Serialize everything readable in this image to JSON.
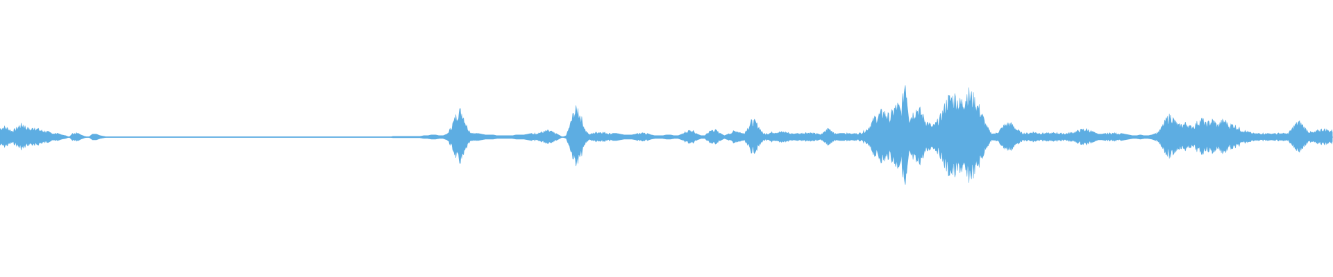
{
  "waveform": {
    "color": "#5dade2",
    "background": "#ffffff",
    "peaks": [
      0.14,
      0.16,
      0.14,
      0.1,
      0.12,
      0.18,
      0.2,
      0.14,
      0.12,
      0.16,
      0.12,
      0.1,
      0.09,
      0.07,
      0.06,
      0.05,
      0.03,
      0.02,
      0.0,
      0.06,
      0.06,
      0.03,
      0.01,
      0.0,
      0.04,
      0.04,
      0.02,
      0.01,
      0.0,
      0.0,
      0.0,
      0.0,
      0.0,
      0.0,
      0.0,
      0.0,
      0.0,
      0.0,
      0.0,
      0.0,
      0.0,
      0.0,
      0.0,
      0.0,
      0.0,
      0.0,
      0.0,
      0.0,
      0.0,
      0.0,
      0.0,
      0.0,
      0.0,
      0.0,
      0.0,
      0.0,
      0.0,
      0.0,
      0.0,
      0.0,
      0.0,
      0.0,
      0.0,
      0.0,
      0.0,
      0.0,
      0.0,
      0.0,
      0.0,
      0.0,
      0.0,
      0.0,
      0.0,
      0.0,
      0.0,
      0.0,
      0.0,
      0.0,
      0.0,
      0.0,
      0.0,
      0.0,
      0.0,
      0.0,
      0.0,
      0.0,
      0.0,
      0.0,
      0.0,
      0.0,
      0.0,
      0.0,
      0.0,
      0.0,
      0.0,
      0.0,
      0.0,
      0.0,
      0.0,
      0.0,
      0.0,
      0.0,
      0.01,
      0.01,
      0.01,
      0.01,
      0.01,
      0.01,
      0.01,
      0.01,
      0.02,
      0.02,
      0.03,
      0.03,
      0.02,
      0.02,
      0.04,
      0.14,
      0.28,
      0.42,
      0.4,
      0.2,
      0.08,
      0.06,
      0.05,
      0.04,
      0.03,
      0.03,
      0.03,
      0.02,
      0.02,
      0.02,
      0.02,
      0.02,
      0.03,
      0.03,
      0.03,
      0.04,
      0.05,
      0.06,
      0.07,
      0.08,
      0.1,
      0.09,
      0.06,
      0.03,
      0.0,
      0.02,
      0.2,
      0.4,
      0.45,
      0.28,
      0.1,
      0.03,
      0.06,
      0.08,
      0.08,
      0.07,
      0.06,
      0.05,
      0.05,
      0.04,
      0.03,
      0.03,
      0.03,
      0.04,
      0.06,
      0.06,
      0.05,
      0.03,
      0.02,
      0.02,
      0.02,
      0.03,
      0.03,
      0.02,
      0.02,
      0.04,
      0.08,
      0.1,
      0.09,
      0.04,
      0.02,
      0.02,
      0.08,
      0.12,
      0.1,
      0.05,
      0.02,
      0.04,
      0.08,
      0.1,
      0.08,
      0.05,
      0.14,
      0.24,
      0.24,
      0.16,
      0.06,
      0.05,
      0.07,
      0.08,
      0.08,
      0.08,
      0.08,
      0.06,
      0.04,
      0.05,
      0.06,
      0.07,
      0.07,
      0.06,
      0.05,
      0.03,
      0.08,
      0.14,
      0.1,
      0.04,
      0.05,
      0.05,
      0.06,
      0.04,
      0.05,
      0.06,
      0.08,
      0.12,
      0.2,
      0.3,
      0.34,
      0.4,
      0.38,
      0.3,
      0.44,
      0.5,
      0.4,
      0.96,
      0.3,
      0.38,
      0.46,
      0.4,
      0.28,
      0.22,
      0.16,
      0.22,
      0.3,
      0.44,
      0.6,
      0.62,
      0.64,
      0.54,
      0.58,
      0.7,
      0.66,
      0.58,
      0.48,
      0.34,
      0.18,
      0.08,
      0.04,
      0.08,
      0.14,
      0.2,
      0.22,
      0.18,
      0.12,
      0.07,
      0.06,
      0.06,
      0.08,
      0.07,
      0.06,
      0.06,
      0.06,
      0.06,
      0.07,
      0.06,
      0.05,
      0.06,
      0.07,
      0.08,
      0.1,
      0.12,
      0.12,
      0.1,
      0.07,
      0.04,
      0.04,
      0.05,
      0.06,
      0.06,
      0.06,
      0.05,
      0.04,
      0.03,
      0.02,
      0.02,
      0.03,
      0.02,
      0.02,
      0.03,
      0.05,
      0.1,
      0.2,
      0.3,
      0.34,
      0.24,
      0.18,
      0.2,
      0.22,
      0.16,
      0.18,
      0.24,
      0.28,
      0.2,
      0.24,
      0.26,
      0.18,
      0.24,
      0.26,
      0.18,
      0.2,
      0.16,
      0.12,
      0.1,
      0.08,
      0.06,
      0.05,
      0.06,
      0.06,
      0.05,
      0.04,
      0.05,
      0.06,
      0.06,
      0.04,
      0.1,
      0.18,
      0.24,
      0.2,
      0.12,
      0.08,
      0.07,
      0.1,
      0.12,
      0.12,
      0.1
    ]
  }
}
